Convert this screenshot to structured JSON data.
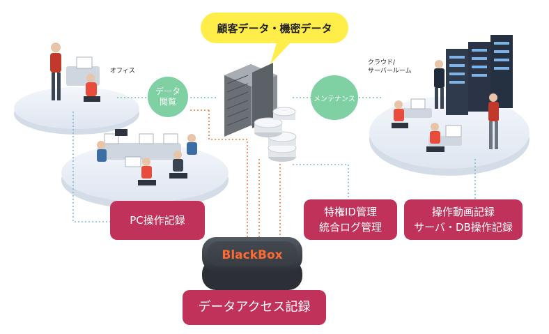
{
  "bubble": {
    "text": "顧客データ・機密データ"
  },
  "areas": {
    "office": "オフィス",
    "cloud_line1": "クラウド/",
    "cloud_line2": "サーバールーム"
  },
  "flows": {
    "data_view_line1": "データ",
    "data_view_line2": "閲覧",
    "maintenance": "メンテナンス"
  },
  "records": {
    "pc": "PC操作記録",
    "priv_line1": "特権ID管理",
    "priv_line2": "統合ログ管理",
    "video_line1": "操作動画記録",
    "video_line2": "サーバ・DB操作記録",
    "data_access": "データアクセス記録"
  },
  "device": {
    "brand": "BlackBox"
  },
  "colors": {
    "record_box": "#c0325a",
    "bubble": "#ffee4a",
    "flow_circle": "#7fd0a2",
    "green_dotted": "#6cc98f",
    "orange_dotted": "#f07a3c",
    "blue_dotted": "#7ab8d8",
    "brand_text": "#ff6a33"
  }
}
